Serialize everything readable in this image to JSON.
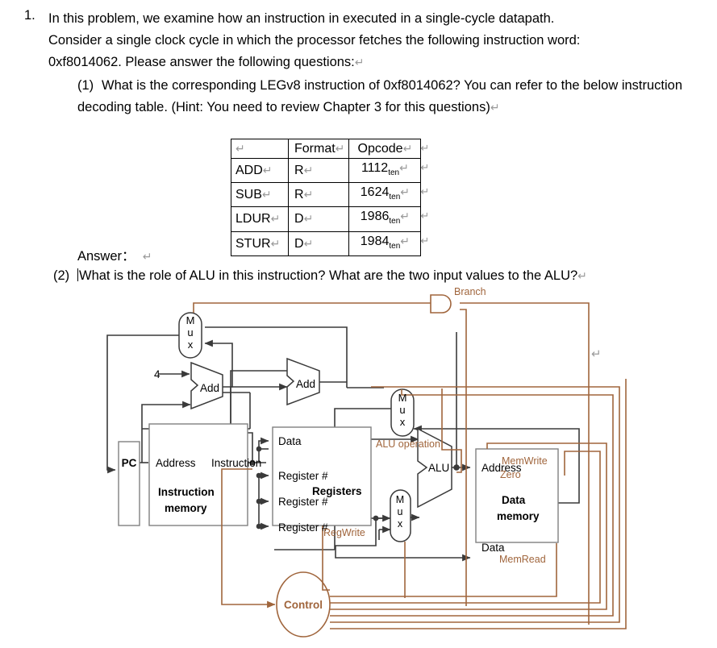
{
  "problem": {
    "number": "1.",
    "line1": "In this problem, we examine how an instruction in executed in a single-cycle datapath.",
    "line2": "Consider a single clock cycle in which the processor fetches the following instruction word:",
    "line3": "0xf8014062. Please answer the following questions:",
    "pilcrow": "↵"
  },
  "sub_questions": [
    {
      "label": "(1)",
      "text": "What is the corresponding LEGv8 instruction of 0xf8014062? You can refer to the below instruction decoding table. (Hint: You need to review Chapter 3 for this questions)"
    },
    {
      "label": "(2)",
      "text": "What is the role of ALU in this instruction? What are the two input values to the ALU?"
    }
  ],
  "answer_label": "Answer：",
  "decoding_table": {
    "headers": [
      "",
      "Format",
      "Opcode"
    ],
    "rows": [
      {
        "name": "ADD",
        "format": "R",
        "opcode": "1112",
        "opcode_sub": "ten"
      },
      {
        "name": "SUB",
        "format": "R",
        "opcode": "1624",
        "opcode_sub": "ten"
      },
      {
        "name": "LDUR",
        "format": "D",
        "opcode": "1986",
        "opcode_sub": "ten"
      },
      {
        "name": "STUR",
        "format": "D",
        "opcode": "1984",
        "opcode_sub": "ten"
      }
    ]
  },
  "datapath": {
    "colors": {
      "control": "#a0653c",
      "wire": "#3a3a3a",
      "box": "#808080"
    },
    "labels": {
      "branch": "Branch",
      "alu_operation": "ALU operation",
      "regwrite": "RegWrite",
      "memwrite": "MemWrite",
      "memread": "MemRead",
      "zero": "Zero",
      "control": "Control",
      "pc": "PC",
      "four": "4",
      "add_left": "Add",
      "add_right": "Add",
      "alu": "ALU",
      "mux": "Mux",
      "address_im": "Address",
      "instruction": "Instruction",
      "instruction_memory_l1": "Instruction",
      "instruction_memory_l2": "memory",
      "data_in_reg": "Data",
      "register_num": "Register #",
      "registers": "Registers",
      "address_dm": "Address",
      "data_memory_l1": "Data",
      "data_memory_l2": "memory",
      "data_dm": "Data"
    }
  },
  "end_pilcrow": "↵"
}
